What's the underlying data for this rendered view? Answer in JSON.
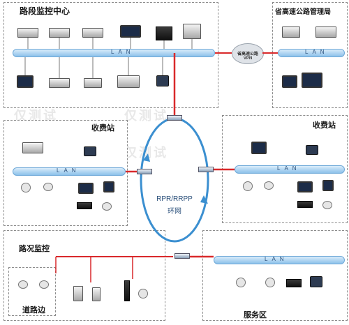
{
  "zones": {
    "road_center": "路段监控中心",
    "provincial_center": "省高速公路管理局",
    "toll_left": "收费站",
    "toll_right": "收费站",
    "road_monitor": "路况监控",
    "roadside": "道路边",
    "service_area": "服务区"
  },
  "ring": {
    "line1": "RPR/RRPP",
    "line2": "环网"
  },
  "cloud_label": "省高速公路VPN",
  "lan_label": "LAN",
  "watermark_text": "仅测试",
  "colors": {
    "lan_blue": "#8cc1ea",
    "ring_blue": "#3b8fd0",
    "link_red": "#d9292b",
    "zone_border": "#8c8c8c"
  }
}
